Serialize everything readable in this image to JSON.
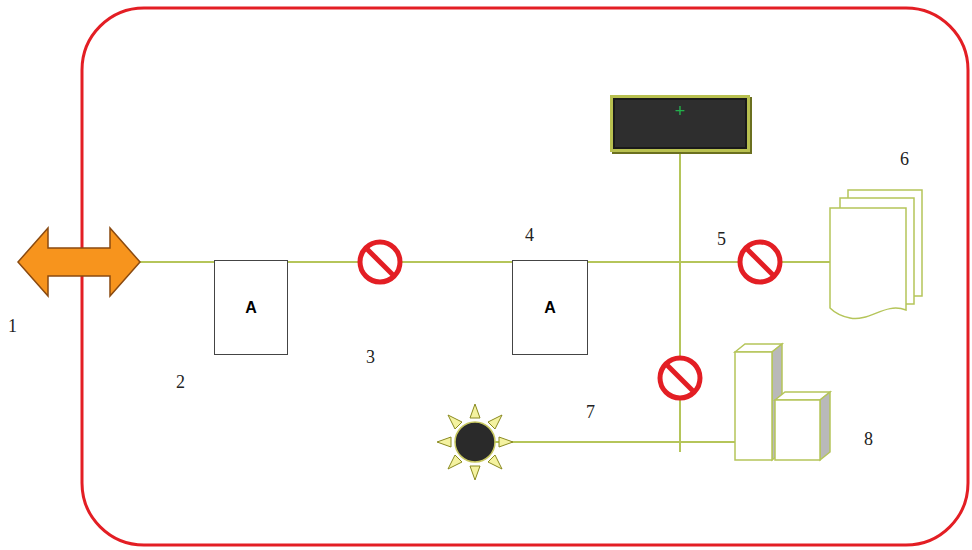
{
  "diagram": {
    "nodes": [
      {
        "text": [
          "A"
        ]
      },
      {
        "text": [
          "A"
        ]
      },
      {
        "text": [
          "+"
        ]
      }
    ],
    "edges": [
      {
        "from": 0,
        "to": 1,
        "arrow": "none"
      },
      {
        "from": 1,
        "to": 2,
        "arrow": "none"
      }
    ],
    "labels": [
      "1",
      "2",
      "3",
      "4",
      "5",
      "6",
      "7",
      "8"
    ]
  }
}
